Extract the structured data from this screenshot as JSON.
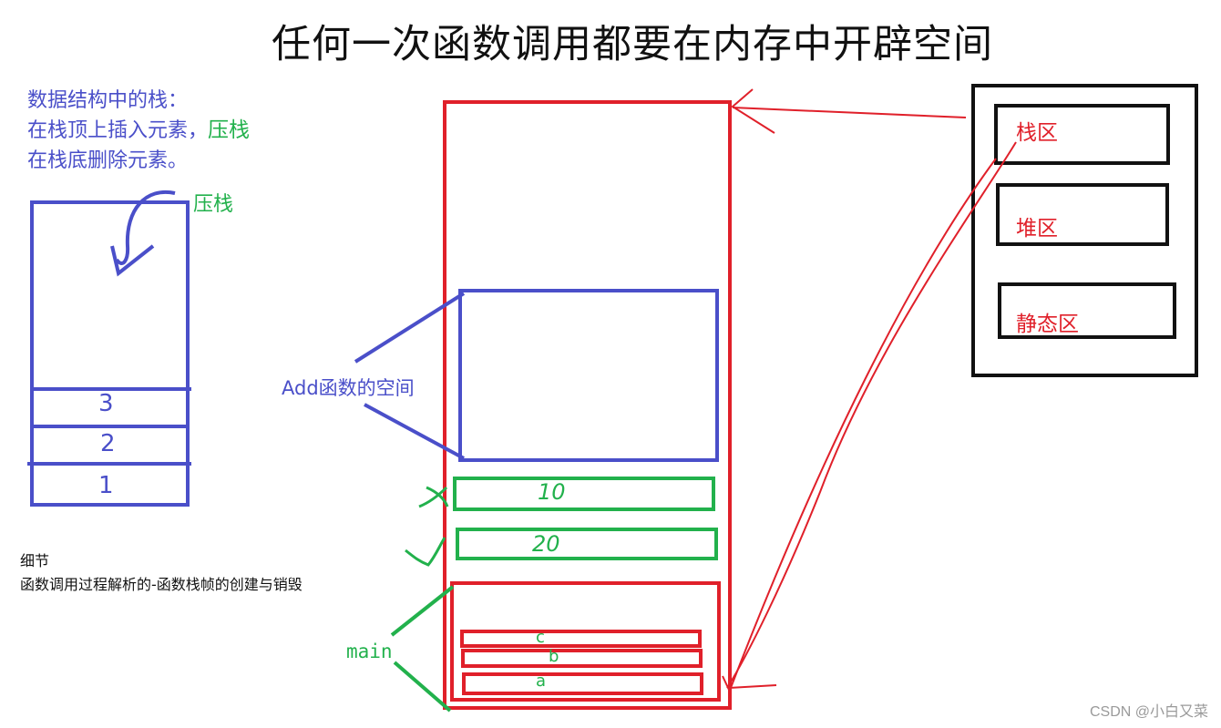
{
  "title": "任何一次函数调用都要在内存中开辟空间",
  "stack_notes": {
    "line1": "数据结构中的栈：",
    "line2": "在栈顶上插入元素，",
    "line2_push": "压栈",
    "line3": "在栈底删除元素。"
  },
  "push_label": "压栈",
  "stack_items": [
    "3",
    "2",
    "1"
  ],
  "details": {
    "heading": "细节",
    "text": "函数调用过程解析的-函数栈帧的创建与销毁"
  },
  "add_space_label": "Add函数的空间",
  "params": [
    {
      "name": "x",
      "value": "10"
    },
    {
      "name": "y",
      "value": "20"
    }
  ],
  "main_label": "main",
  "main_vars": [
    "c",
    "b",
    "a"
  ],
  "memory_regions": [
    "栈区",
    "堆区",
    "静态区"
  ],
  "watermark": "CSDN @小白又菜",
  "colors": {
    "red": "#e0202a",
    "blue": "#4a4fc9",
    "green": "#22b14c",
    "black": "#111111"
  }
}
